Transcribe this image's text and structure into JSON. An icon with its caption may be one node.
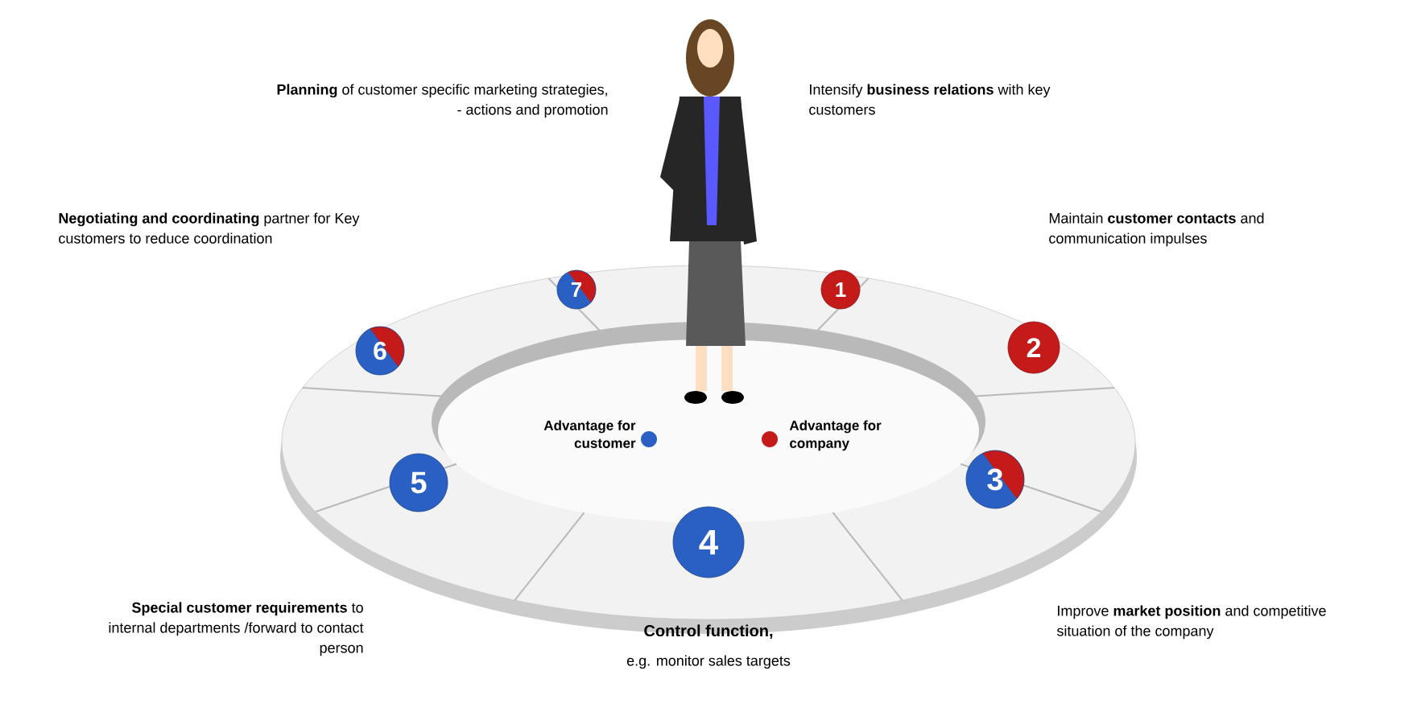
{
  "diagram": {
    "nodes": [
      {
        "text": [
          "1"
        ]
      },
      {
        "text": [
          "2"
        ]
      },
      {
        "text": [
          "3"
        ]
      },
      {
        "text": [
          "4"
        ]
      },
      {
        "text": [
          "5"
        ]
      },
      {
        "text": [
          "6"
        ]
      },
      {
        "text": [
          "7"
        ]
      }
    ],
    "labels": [
      "**Planning** of customer specific marketing strategies, - actions and promotion",
      "Intensify **business relations** with key customers",
      "**Negotiating and coordinating** partner for Key customers to reduce coordination",
      "Maintain **customer contacts** and communication impulses",
      "**Special customer requirements** to internal departments /forward to contact person",
      "Improve **market position** and competitive situation of the company",
      "Control function,",
      "e.g. monitor sales targets"
    ],
    "legend": [
      {
        "text": "Advantage for customer",
        "color": "#2a5fc4"
      },
      {
        "text": "Advantage for company",
        "color": "#c41a1a"
      }
    ]
  }
}
